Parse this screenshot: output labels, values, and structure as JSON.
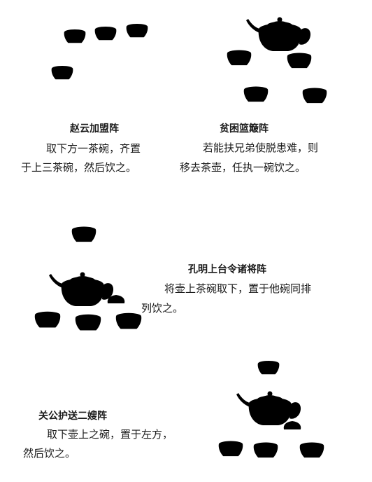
{
  "sections": [
    {
      "title": "赵云加盟阵",
      "lines": [
        "取下方一茶碗，齐置",
        "于上三茶碗，然后饮之。"
      ]
    },
    {
      "title": "贫困篮簸阵",
      "lines": [
        "若能扶兄弟使脱患难，则",
        "移去茶壶，任执一碗饮之。"
      ]
    },
    {
      "title": "孔明上台令诸将阵",
      "lines": [
        "将壶上茶碗取下，置于他碗同排",
        "列饮之。"
      ]
    },
    {
      "title": "关公护送二嫂阵",
      "lines": [
        "取下壶上之碗，置于左方，",
        "然后饮之。"
      ]
    }
  ],
  "illustrations": {
    "s1": {
      "icon": "teacup",
      "count": 4
    },
    "s2": {
      "icon": "teapot",
      "cups": 4
    },
    "s3": {
      "icon": "teapot",
      "cups": 4,
      "lid": true
    },
    "s4": {
      "icon": "teapot",
      "cups": 4,
      "lid": true
    }
  }
}
